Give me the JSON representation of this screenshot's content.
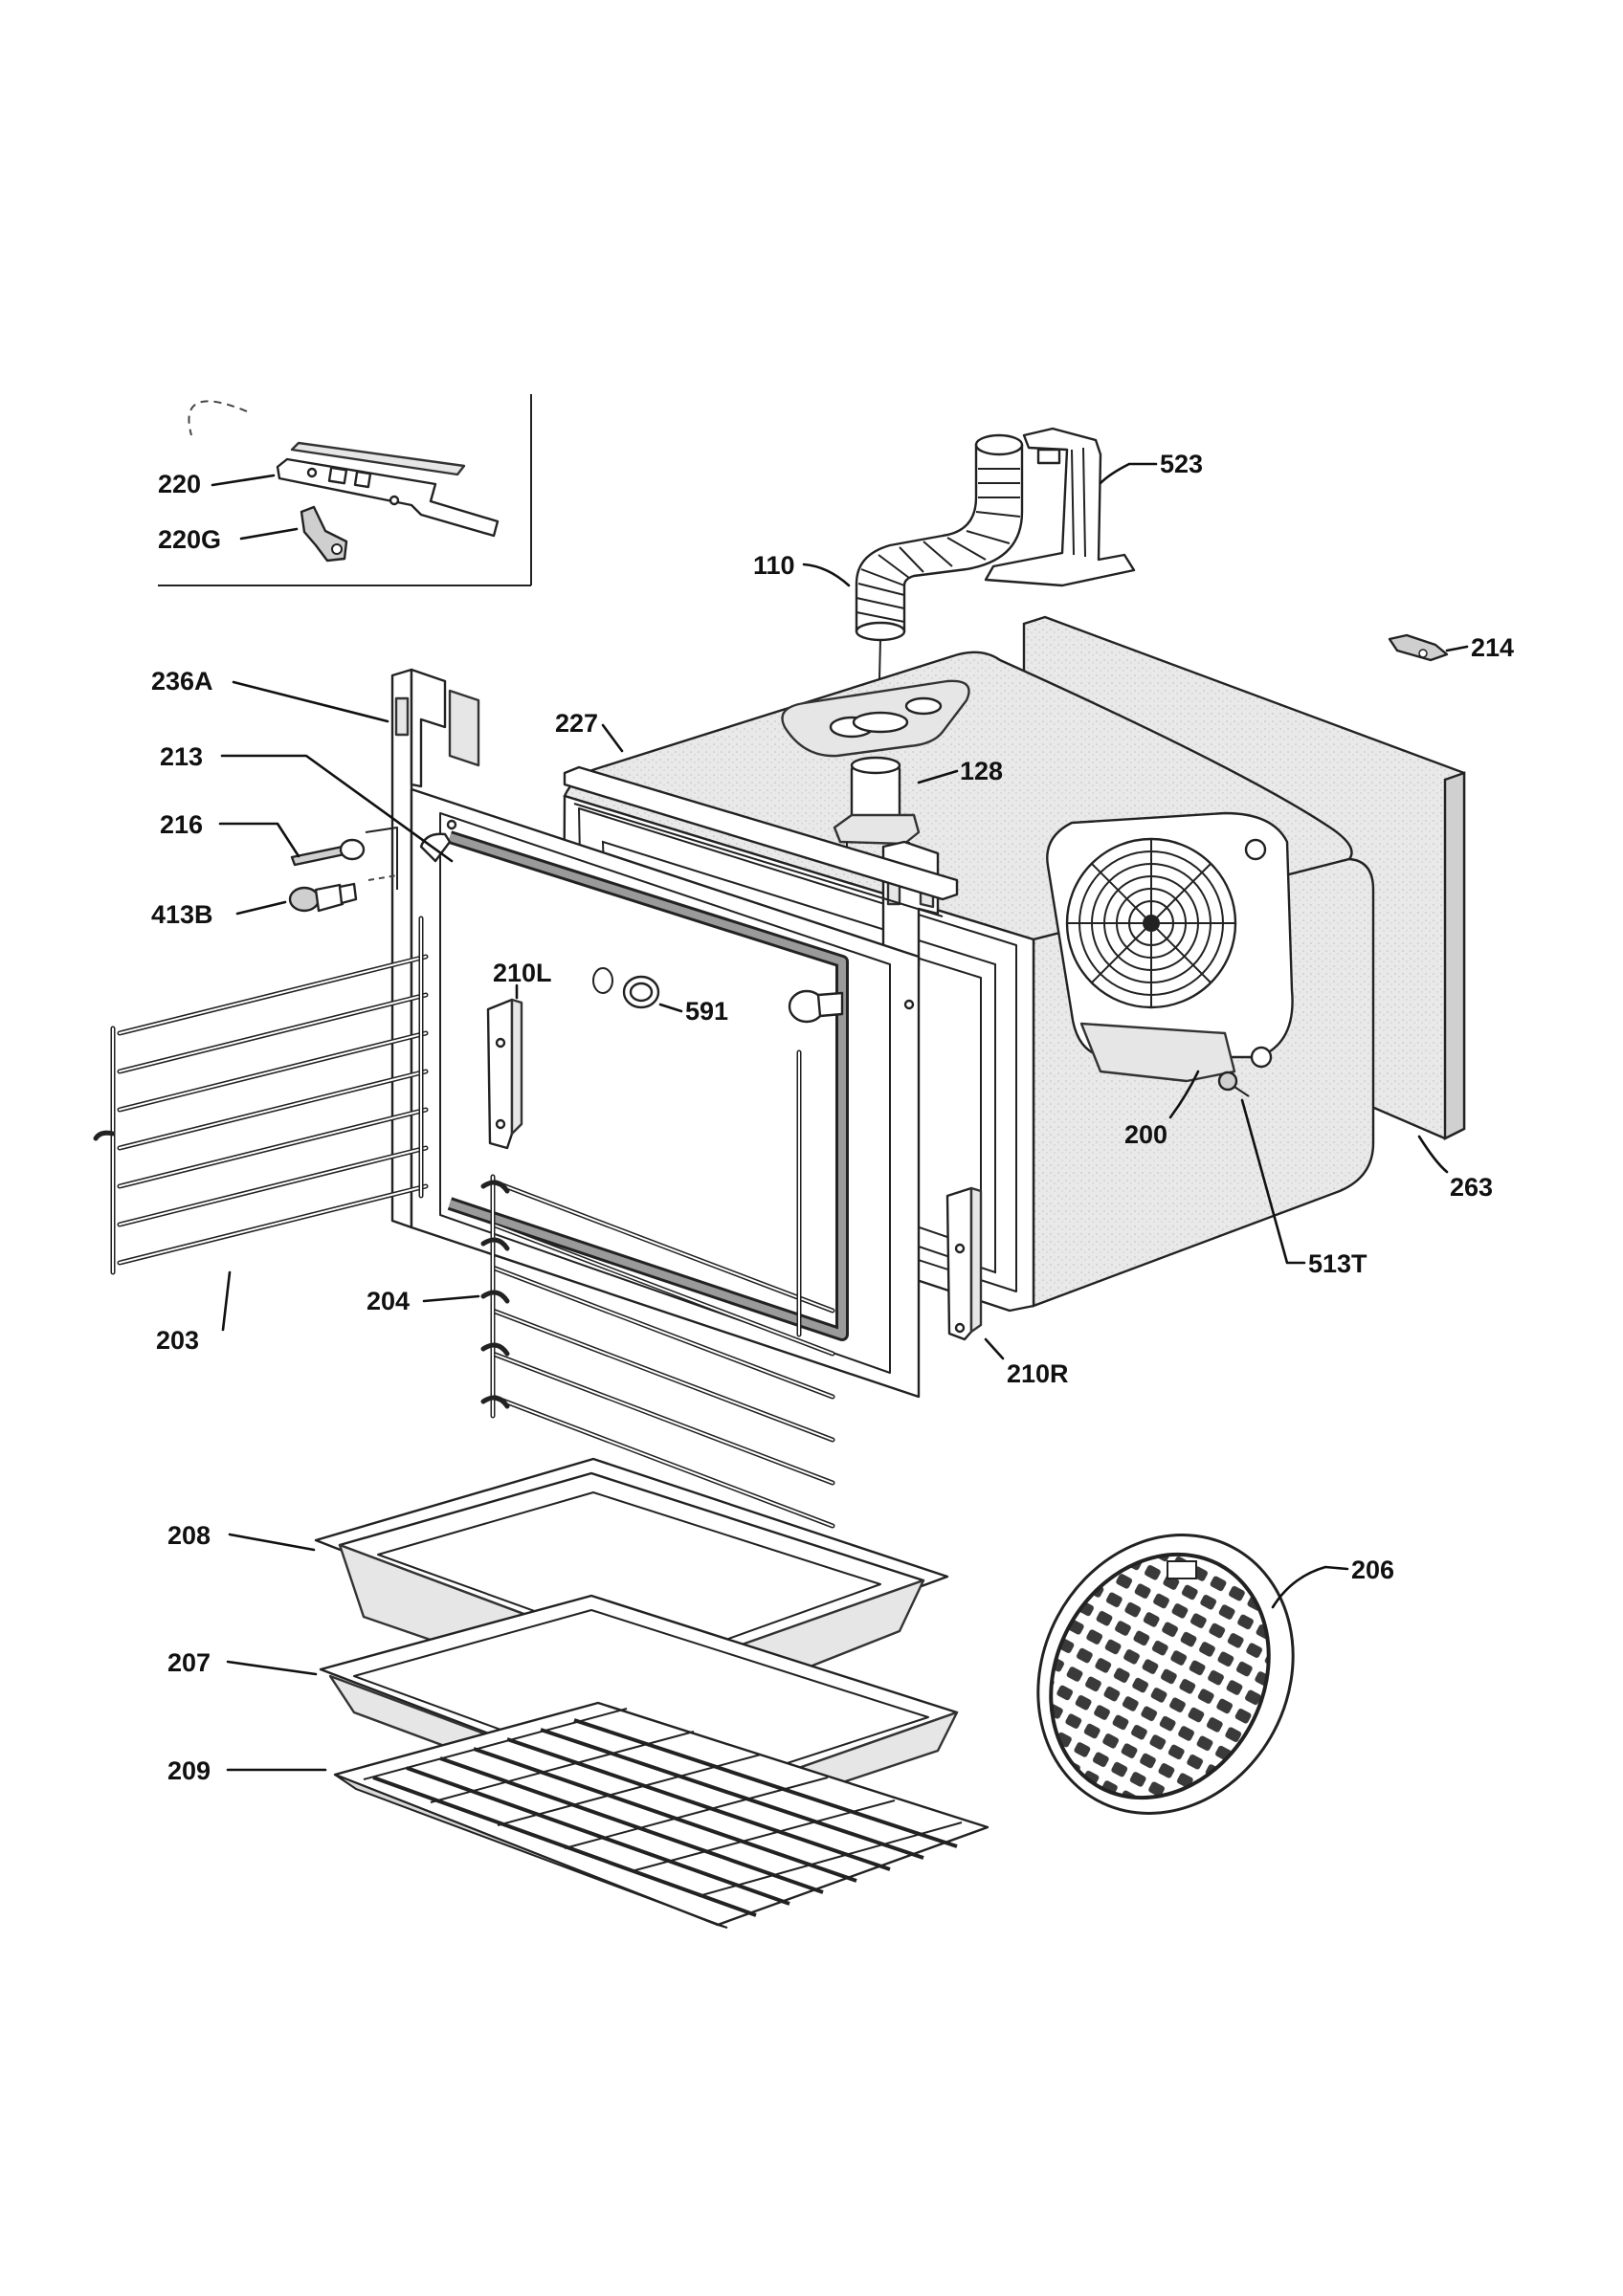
{
  "diagram": {
    "callouts": [
      {
        "id": "220",
        "text": "220"
      },
      {
        "id": "220G",
        "text": "220G"
      },
      {
        "id": "110",
        "text": "110"
      },
      {
        "id": "523",
        "text": "523"
      },
      {
        "id": "214",
        "text": "214"
      },
      {
        "id": "236A",
        "text": "236A"
      },
      {
        "id": "227",
        "text": "227"
      },
      {
        "id": "213",
        "text": "213"
      },
      {
        "id": "128",
        "text": "128"
      },
      {
        "id": "216",
        "text": "216"
      },
      {
        "id": "413B",
        "text": "413B"
      },
      {
        "id": "210L",
        "text": "210L"
      },
      {
        "id": "591",
        "text": "591"
      },
      {
        "id": "200",
        "text": "200"
      },
      {
        "id": "263",
        "text": "263"
      },
      {
        "id": "513T",
        "text": "513T"
      },
      {
        "id": "204",
        "text": "204"
      },
      {
        "id": "203",
        "text": "203"
      },
      {
        "id": "210R",
        "text": "210R"
      },
      {
        "id": "208",
        "text": "208"
      },
      {
        "id": "206",
        "text": "206"
      },
      {
        "id": "207",
        "text": "207"
      },
      {
        "id": "209",
        "text": "209"
      }
    ]
  }
}
